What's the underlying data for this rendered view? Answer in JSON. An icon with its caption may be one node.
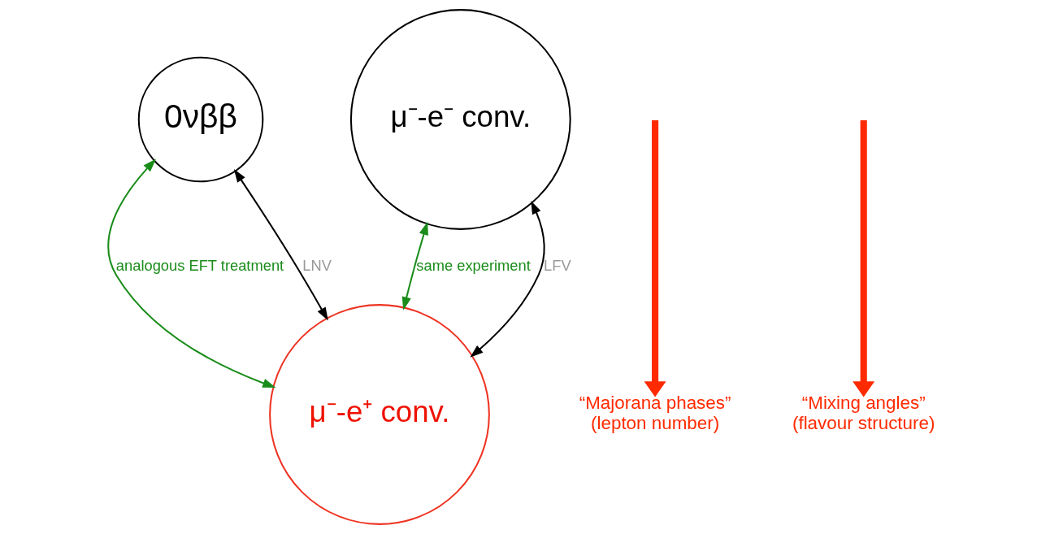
{
  "diagram": {
    "nodes": [
      {
        "text": [
          "0νββ"
        ]
      },
      {
        "text": [
          "μ⁻-e⁻ conv."
        ]
      },
      {
        "text": [
          "μ⁻-e⁺ conv."
        ]
      },
      {
        "text": [
          "“Majorana phases”",
          "(lepton number)"
        ]
      },
      {
        "text": [
          "“Mixing angles”",
          "(flavour structure)"
        ]
      }
    ],
    "edges": [
      {
        "from": 0,
        "to": 2,
        "arrow": "both",
        "label": "analogous EFT treatment",
        "color": "#1a8c1a"
      },
      {
        "from": 0,
        "to": 2,
        "arrow": "both",
        "label": "LNV",
        "color": "#000000"
      },
      {
        "from": 1,
        "to": 2,
        "arrow": "both",
        "label": "same experiment",
        "color": "#1a8c1a"
      },
      {
        "from": 1,
        "to": 2,
        "arrow": "both",
        "label": "LFV",
        "color": "#000000"
      },
      {
        "from": null,
        "to": 3,
        "arrow": "to",
        "style": "thick",
        "color": "#ff2a00"
      },
      {
        "from": null,
        "to": 4,
        "arrow": "to",
        "style": "thick",
        "color": "#ff2a00"
      }
    ]
  }
}
